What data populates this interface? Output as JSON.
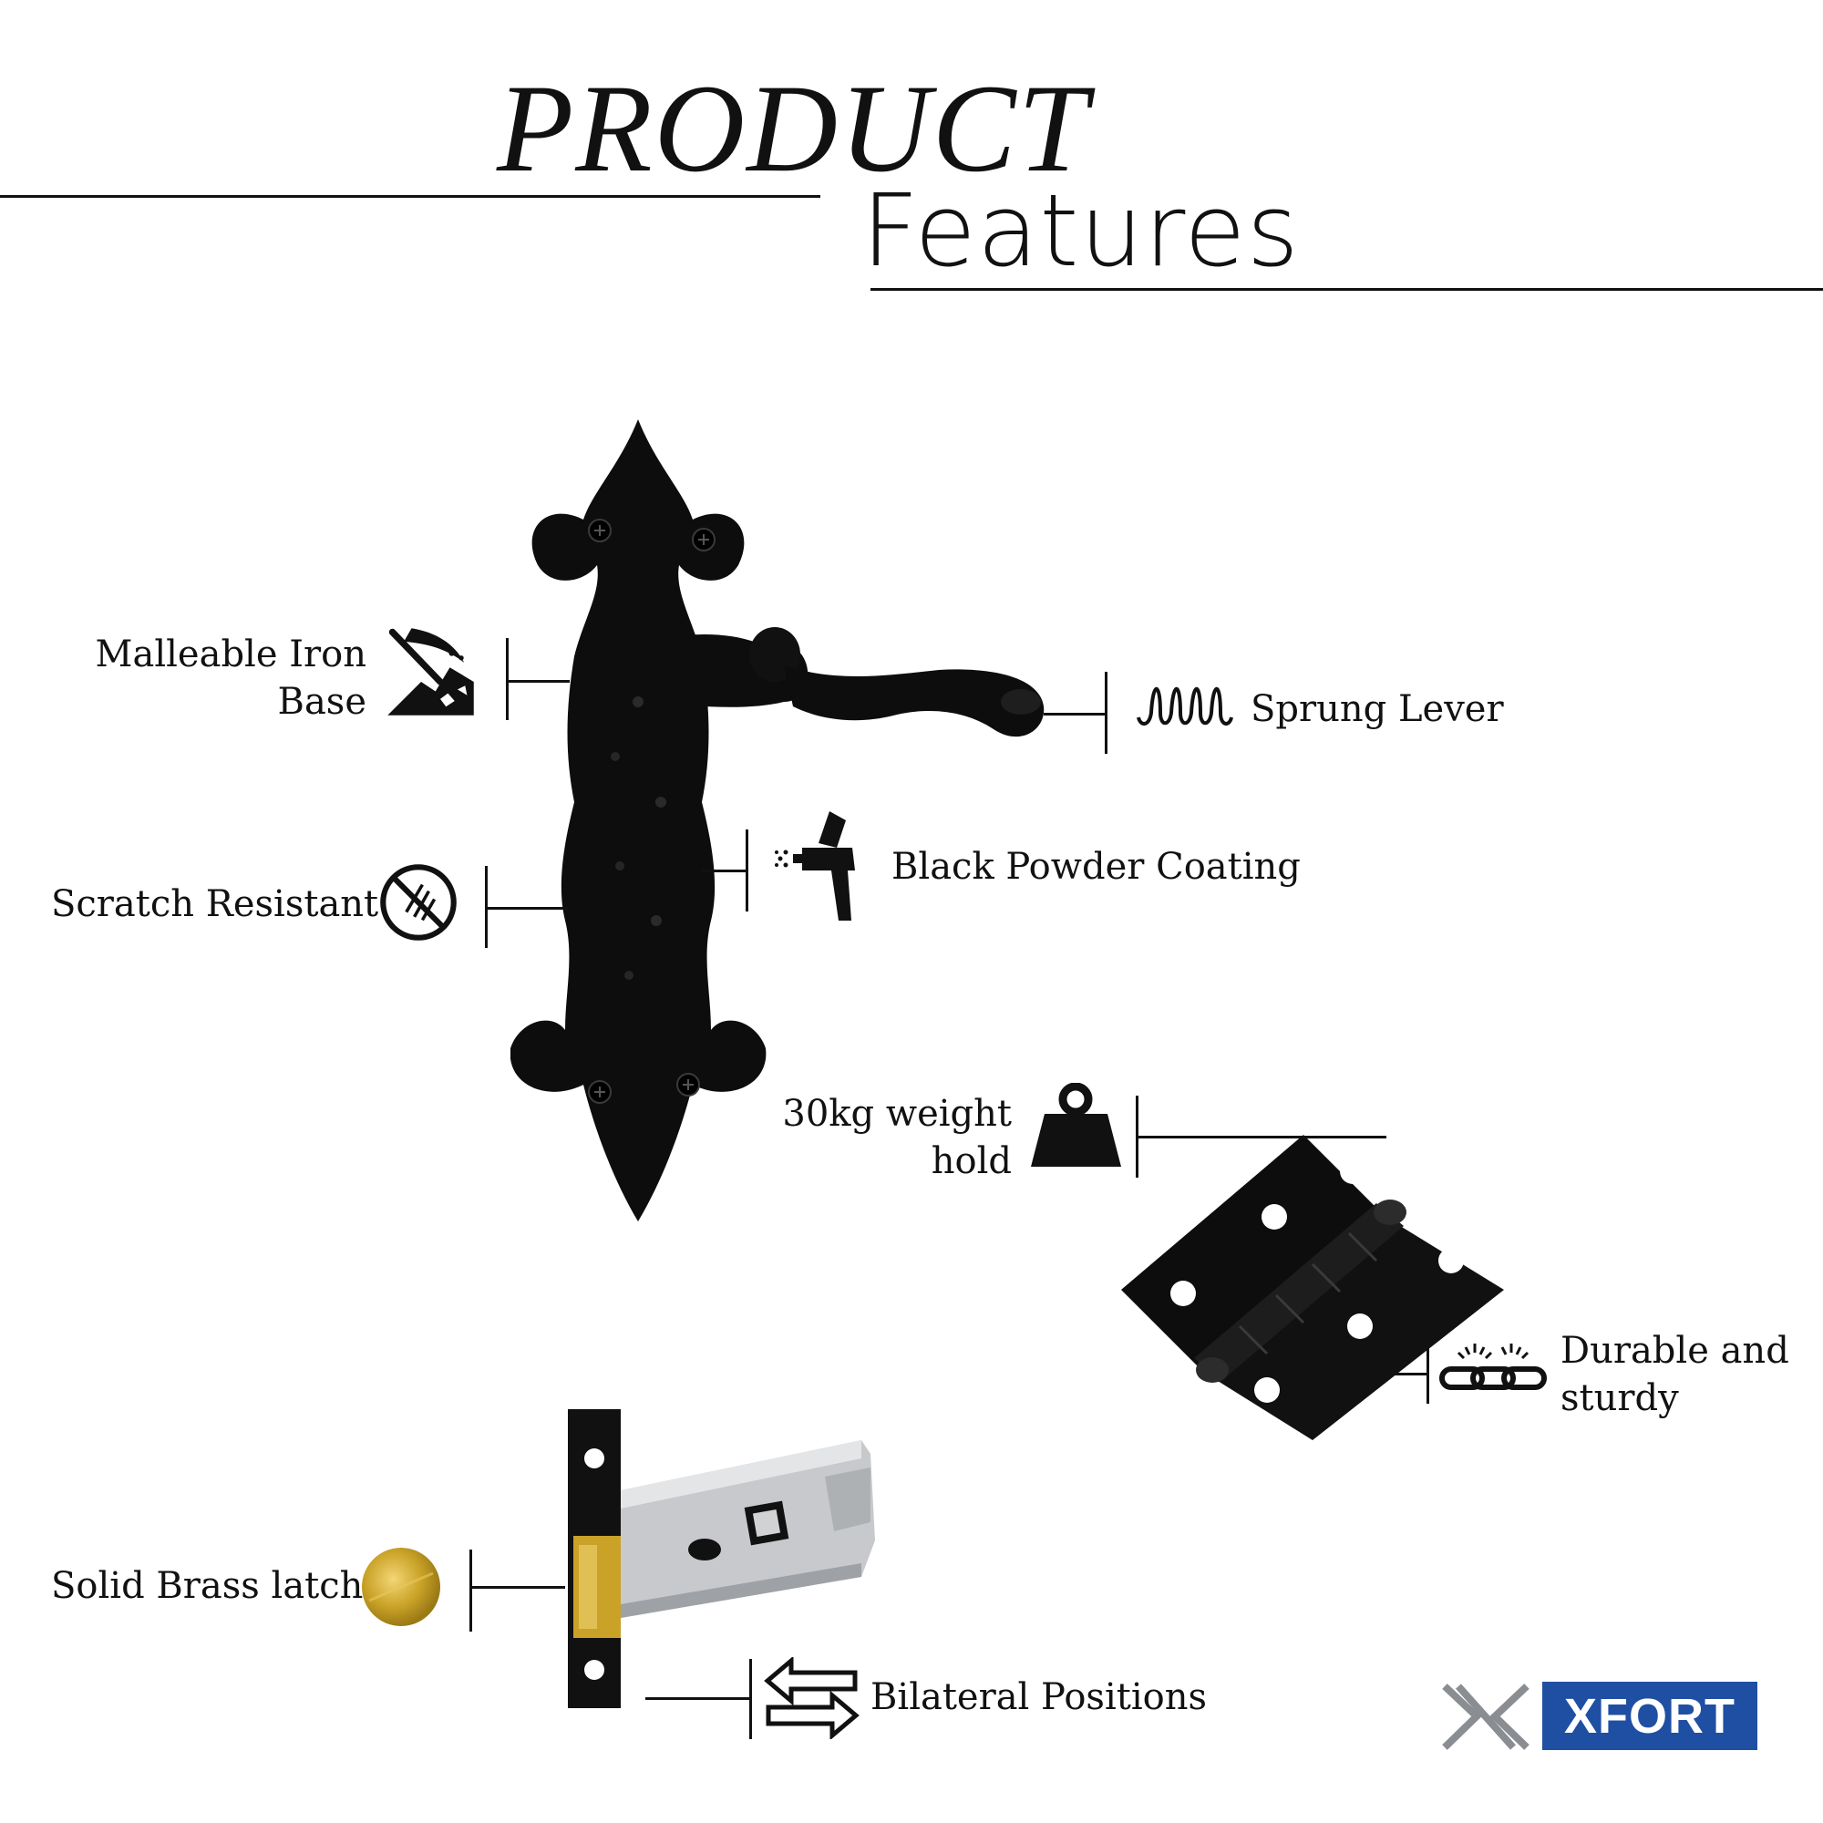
{
  "header": {
    "title_top": "PRODUCT",
    "title_bottom": "Features"
  },
  "features": {
    "malleable_iron": {
      "line1": "Malleable Iron",
      "line2": "Base",
      "icon": "pickaxe-rock-icon"
    },
    "scratch_resistant": {
      "label": "Scratch Resistant",
      "icon": "no-scratch-icon"
    },
    "sprung_lever": {
      "label": "Sprung Lever",
      "icon": "spring-coil-icon"
    },
    "black_powder": {
      "label": "Black Powder Coating",
      "icon": "spray-gun-icon"
    },
    "weight_hold": {
      "line1": "30kg weight",
      "line2": "hold",
      "icon": "weight-icon"
    },
    "durable": {
      "line1": "Durable and",
      "line2": "sturdy",
      "icon": "chain-link-icon"
    },
    "brass_latch": {
      "label": "Solid Brass latch",
      "icon": "brass-disc-icon"
    },
    "bilateral": {
      "label": "Bilateral Positions",
      "icon": "bidirectional-arrows-icon"
    }
  },
  "brand": {
    "name": "XFORT",
    "color": "#1f4fa3"
  },
  "colors": {
    "ink": "#111111",
    "brass": "#c9a227",
    "steel": "#c7c9cc"
  }
}
